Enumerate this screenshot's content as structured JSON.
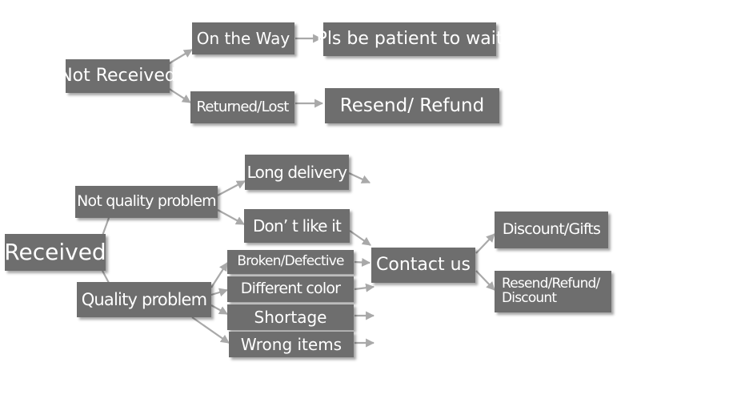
{
  "colors": {
    "box_fill": "#6e6e6e",
    "box_text": "#ffffff",
    "arrow": "#a9a9a9",
    "background": "#ffffff"
  },
  "nodes": {
    "not_received": "Not Received",
    "on_the_way": "On the Way",
    "pls_wait": "Pls be patient to wait",
    "returned_lost": "Returned/Lost",
    "resend_refund": "Resend/ Refund",
    "received": "Received",
    "not_quality_problem": "Not quality problem",
    "quality_problem": "Quality problem",
    "long_delivery": "Long delivery",
    "dont_like_it": "Don’ t like it",
    "broken_defective": "Broken/Defective",
    "different_color": "Different color",
    "shortage": "Shortage",
    "wrong_items": "Wrong items",
    "contact_us": "Contact us",
    "discount_gifts": "Discount/Gifts",
    "resend_refund_discount_line1": "Resend/Refund/",
    "resend_refund_discount_line2": "Discount"
  }
}
